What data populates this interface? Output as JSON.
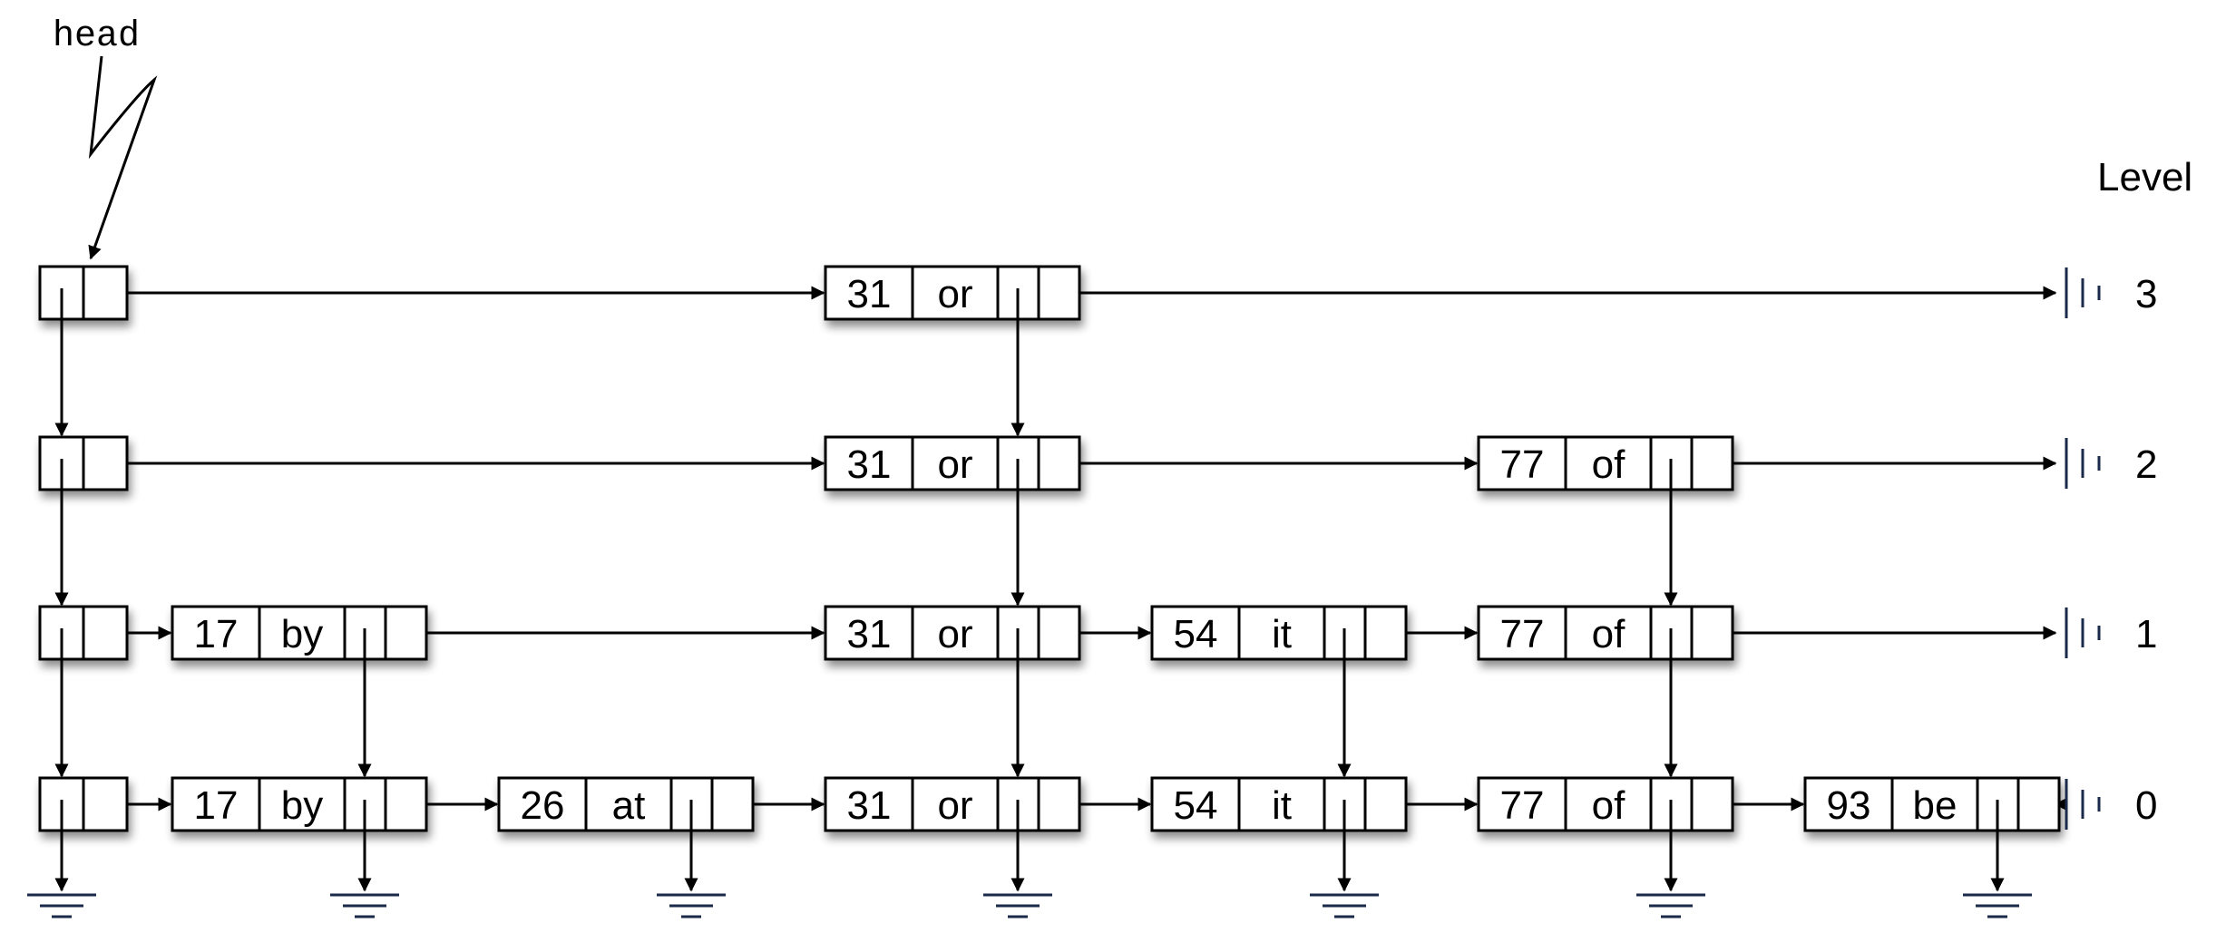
{
  "head_label": "head",
  "level_title": "Level",
  "levels": [
    {
      "level": "3",
      "nodes": [
        2
      ]
    },
    {
      "level": "2",
      "nodes": [
        2,
        5
      ]
    },
    {
      "level": "1",
      "nodes": [
        0,
        2,
        3,
        5
      ]
    },
    {
      "level": "0",
      "nodes": [
        0,
        1,
        2,
        3,
        5,
        6
      ]
    }
  ],
  "nodes": [
    {
      "key": "17",
      "value": "by"
    },
    {
      "key": "26",
      "value": "at"
    },
    {
      "key": "31",
      "value": "or"
    },
    {
      "key": "54",
      "value": "it"
    },
    {
      "key": "77",
      "value": "of"
    },
    {
      "key": "77",
      "value": "of"
    },
    {
      "key": "93",
      "value": "be"
    }
  ]
}
